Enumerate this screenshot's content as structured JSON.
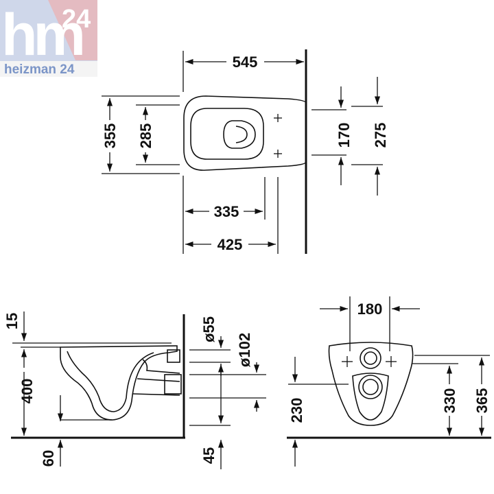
{
  "logo": {
    "mark": "hm",
    "superscript": "24",
    "caption": "heizman 24",
    "colors": {
      "blue": "#7b95c7",
      "red": "#e0443f",
      "bg": "#cfd7ea"
    }
  },
  "top_view": {
    "dims": {
      "total_length": "545",
      "width_outer": "355",
      "width_inner": "285",
      "seat_length": "335",
      "bowl_length": "425",
      "bolt_spacing": "170",
      "fixing_width": "275"
    }
  },
  "side_view": {
    "dims": {
      "rim_offset": "15",
      "height": "400",
      "floor_gap": "60",
      "inlet_diameter": "ø55",
      "outlet_diameter": "ø102",
      "outlet_offset": "45"
    }
  },
  "front_view": {
    "dims": {
      "bolt_spacing": "180",
      "bolt_height": "230",
      "inlet_height": "330",
      "rim_height": "365"
    }
  }
}
